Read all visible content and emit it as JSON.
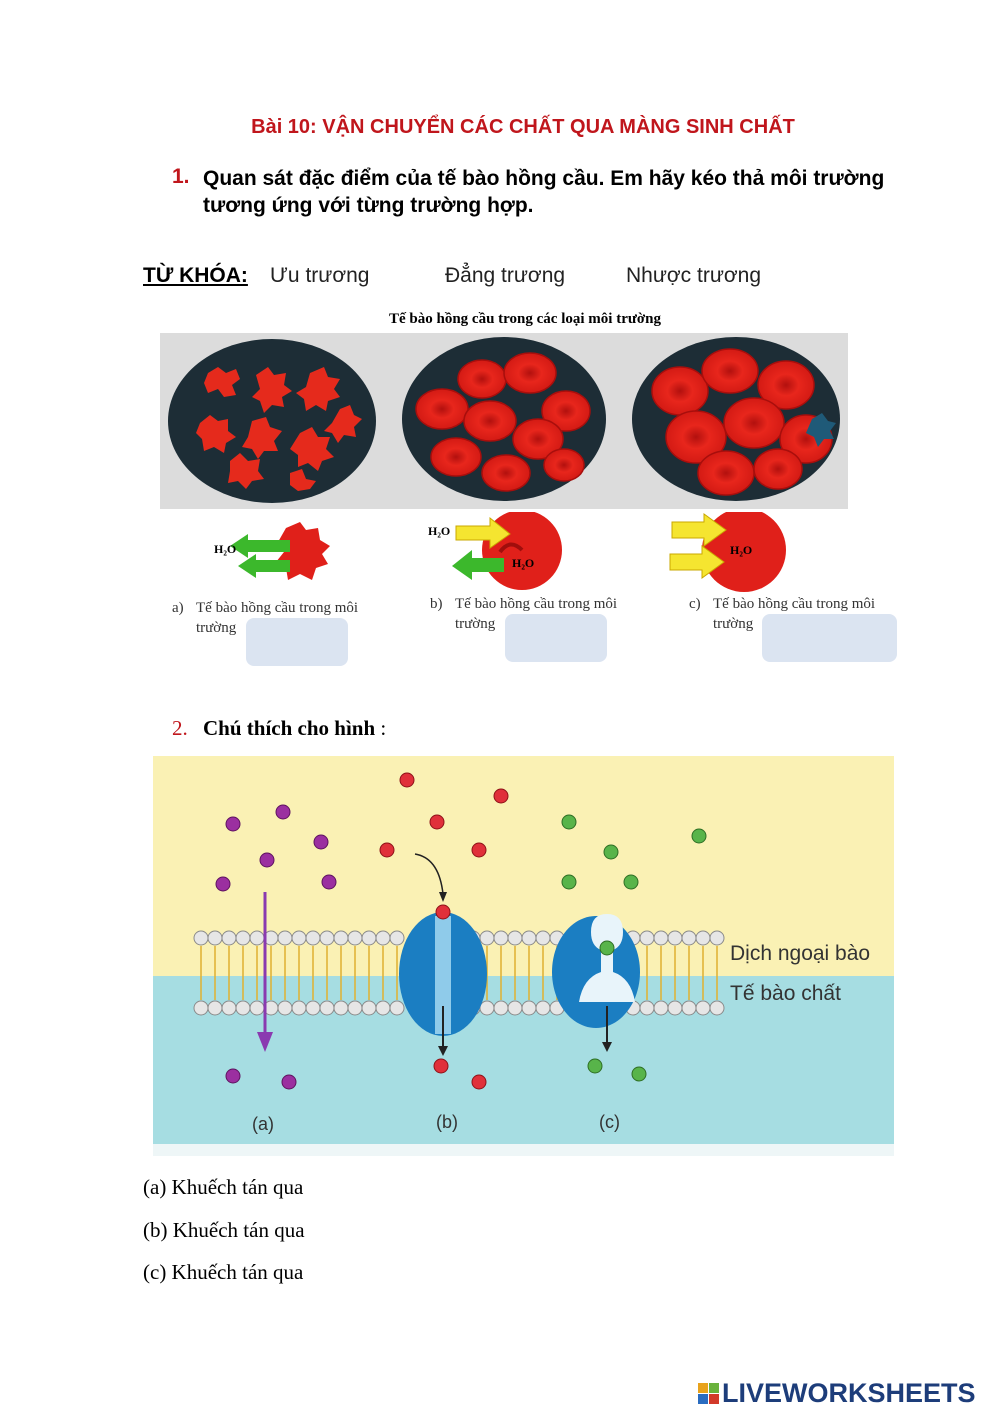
{
  "title": "Bài 10: VẬN CHUYỂN CÁC CHẤT QUA MÀNG SINH CHẤT",
  "q1": {
    "number": "1.",
    "text": "Quan sát đặc điểm của tế bào hồng cầu. Em hãy kéo  thả môi trường tương ứng với từng trường hợp."
  },
  "keywords": {
    "label": "TỪ KHÓA:",
    "items": [
      "Ưu trương",
      "Đẳng trương",
      "Nhược trương"
    ]
  },
  "figure1": {
    "caption": "Tế bào hồng cầu trong các loại môi trường",
    "water_label": "H₂O",
    "panels": [
      {
        "letter": "a)",
        "text": "Tế bào hồng cầu trong môi trường"
      },
      {
        "letter": "b)",
        "text": "Tế bào hồng cầu  trong môi trường"
      },
      {
        "letter": "c)",
        "text": "Tế bào hồng cầu  trong môi trường"
      }
    ]
  },
  "q2": {
    "number": "2.",
    "text_bold": "Chú thích cho hình",
    "text_rest": " :"
  },
  "figure2": {
    "outside_label": "Dịch ngoại bào",
    "inside_label": "Tế bào chất",
    "letters": [
      "(a)",
      "(b)",
      "(c)"
    ]
  },
  "answers": [
    "(a) Khuếch tán qua",
    "(b) Khuếch tán qua",
    "(c) Khuếch tán qua"
  ],
  "brand": "LIVEWORKSHEETS",
  "colors": {
    "title_red": "#c0161c",
    "brand_blue": "#1d3d7a",
    "dropzone": "#dbe4f1",
    "cell_red": "#e0201a",
    "membrane_outside": "#faf1b4",
    "membrane_inside": "#a6dde2",
    "channel_blue": "#1b7ec2",
    "purple_molecule": "#9b2fa0",
    "red_molecule": "#e0303a",
    "green_molecule": "#58b44a",
    "arrow_green": "#3cb82c",
    "arrow_yellow": "#f5e530"
  }
}
